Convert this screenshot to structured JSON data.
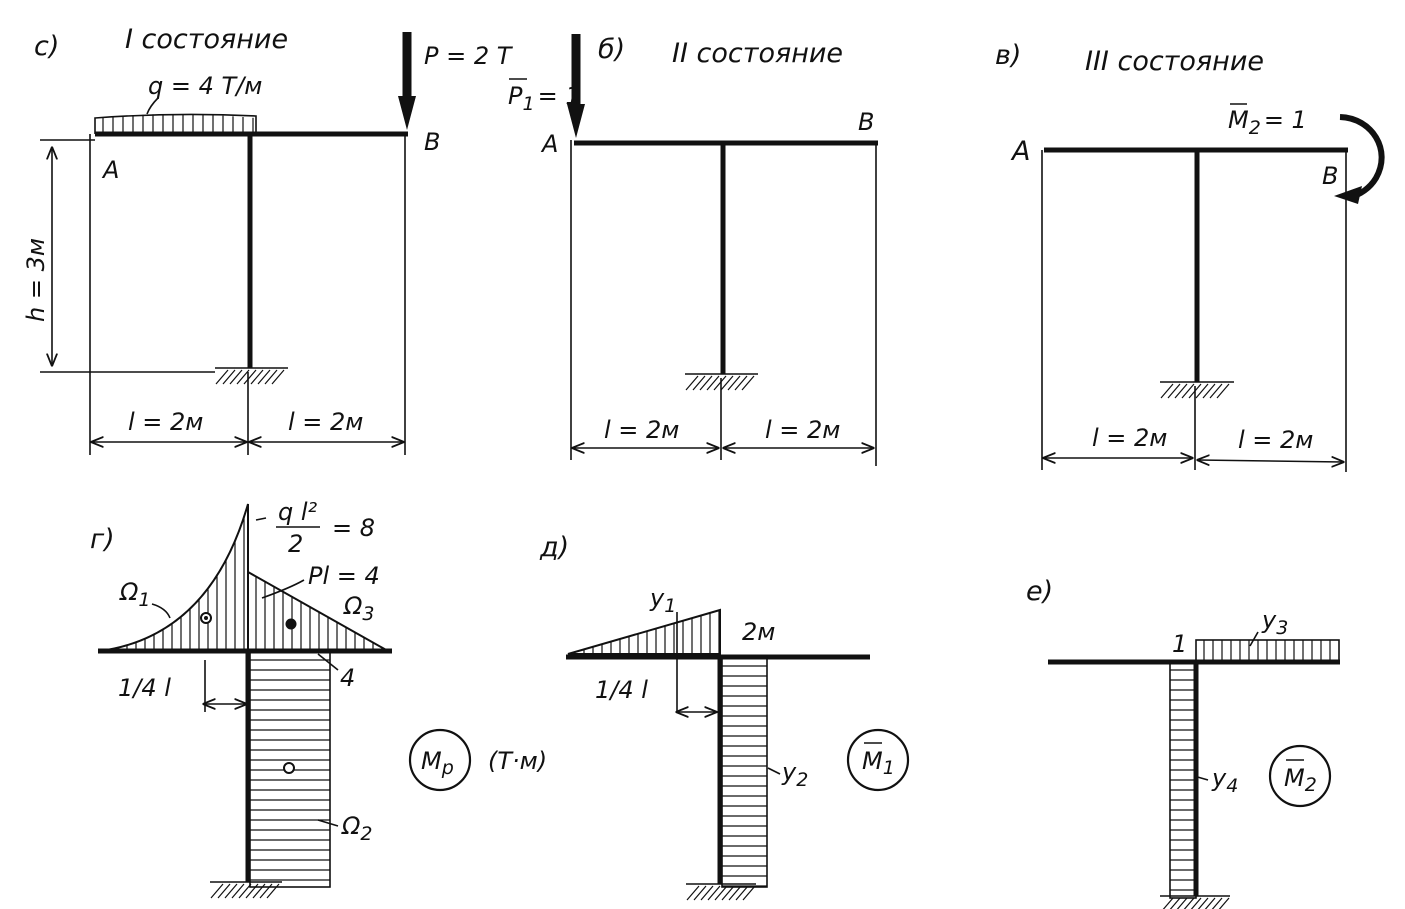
{
  "panels": {
    "a": {
      "tag": "с)",
      "title": "I состояние",
      "load_q": "q = 4 T/м",
      "force_P": "P = 2 T",
      "node_A": "A",
      "node_B": "B",
      "height": "h = 3м",
      "span_left": "l = 2м",
      "span_right": "l = 2м"
    },
    "b": {
      "tag": "б)",
      "title": "II состояние",
      "force_P1": "P",
      "force_P1_sub": "1",
      "force_P1_val": "= 1",
      "node_A": "A",
      "node_B": "B",
      "span_left": "l = 2м",
      "span_right": "l = 2м"
    },
    "c": {
      "tag": "в)",
      "title": "III состояние",
      "moment_M2": "M",
      "moment_M2_sub": "2",
      "moment_M2_val": "= 1",
      "node_A": "A",
      "node_B": "B",
      "span_left": "l = 2м",
      "span_right": "l = 2м"
    },
    "d": {
      "tag": "г)",
      "ql2_num": "q l²",
      "ql2_den": "2",
      "ql2_val": "= 8",
      "pl": "Pl = 4",
      "omega1": "Ω",
      "omega1_sub": "1",
      "omega2": "Ω",
      "omega2_sub": "2",
      "omega3": "Ω",
      "omega3_sub": "3",
      "quarter": "1/4 l",
      "val_4": "4",
      "diagram": "M",
      "diagram_sub": "p",
      "units": "(T·м)"
    },
    "e": {
      "tag": "д)",
      "y1": "y",
      "y1_sub": "1",
      "y2": "y",
      "y2_sub": "2",
      "two_m": "2м",
      "quarter": "1/4 l",
      "diagram": "M",
      "diagram_sub": "1"
    },
    "f": {
      "tag": "е)",
      "one": "1",
      "y3": "y",
      "y3_sub": "3",
      "y4": "y",
      "y4_sub": "4",
      "diagram": "M",
      "diagram_sub": "2"
    }
  }
}
